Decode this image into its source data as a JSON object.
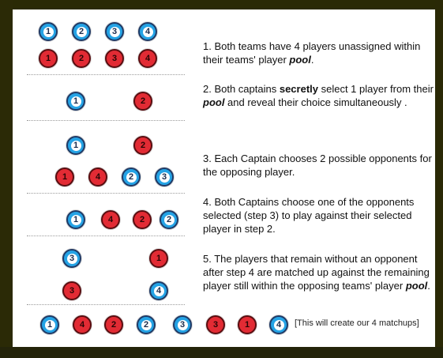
{
  "steps": [
    {
      "parts": [
        "1. Both teams have 4 players unassigned within their teams' player ",
        "pool",
        "."
      ]
    },
    {
      "parts": [
        "2. Both captains ",
        "secretly",
        " select 1 player from their ",
        "pool",
        " and reveal their choice simultaneously ."
      ]
    },
    {
      "parts": [
        "3. Each Captain chooses 2 possible opponents for the opposing player."
      ]
    },
    {
      "parts": [
        "4. Both Captains choose one of the opponents selected (step 3) to play against their selected player in step 2."
      ]
    },
    {
      "parts": [
        "5. The players that remain without an opponent after step 4  are matched up against the remaining player still within the opposing teams' player ",
        "pool",
        "."
      ]
    }
  ],
  "note": "[This will create our 4 matchups]",
  "rows": [
    {
      "dots": [
        {
          "c": "blue",
          "n": "1"
        },
        {
          "c": "blue",
          "n": "2"
        },
        {
          "c": "blue",
          "n": "3"
        },
        {
          "c": "blue",
          "n": "4"
        }
      ]
    },
    {
      "dots": [
        {
          "c": "red",
          "n": "1"
        },
        {
          "c": "red",
          "n": "2"
        },
        {
          "c": "red",
          "n": "3"
        },
        {
          "c": "red",
          "n": "4"
        }
      ]
    },
    {
      "dots": [
        {
          "c": "blue",
          "n": "1"
        },
        {
          "c": "red",
          "n": "2"
        }
      ]
    },
    {
      "dots": [
        {
          "c": "blue",
          "n": "1"
        },
        {
          "c": "red",
          "n": "2"
        }
      ]
    },
    {
      "dots": [
        {
          "c": "red",
          "n": "1"
        },
        {
          "c": "red",
          "n": "4"
        },
        {
          "c": "blue",
          "n": "2"
        },
        {
          "c": "blue",
          "n": "3"
        }
      ]
    },
    {
      "dots": [
        {
          "c": "blue",
          "n": "1"
        },
        {
          "c": "red",
          "n": "4"
        },
        {
          "c": "red",
          "n": "2"
        },
        {
          "c": "blue",
          "n": "2"
        }
      ]
    },
    {
      "dots": [
        {
          "c": "blue",
          "n": "3"
        },
        {
          "c": "red",
          "n": "1"
        }
      ]
    },
    {
      "dots": [
        {
          "c": "red",
          "n": "3"
        },
        {
          "c": "blue",
          "n": "4"
        }
      ]
    },
    {
      "dots": [
        {
          "c": "blue",
          "n": "1"
        },
        {
          "c": "red",
          "n": "4"
        },
        {
          "c": "red",
          "n": "2"
        },
        {
          "c": "blue",
          "n": "2"
        },
        {
          "c": "blue",
          "n": "3"
        },
        {
          "c": "red",
          "n": "3"
        },
        {
          "c": "red",
          "n": "1"
        },
        {
          "c": "blue",
          "n": "4"
        }
      ]
    }
  ],
  "colors": {
    "blue": "#25a3e5",
    "red": "#e22b34",
    "frame": "#2a2a05"
  }
}
